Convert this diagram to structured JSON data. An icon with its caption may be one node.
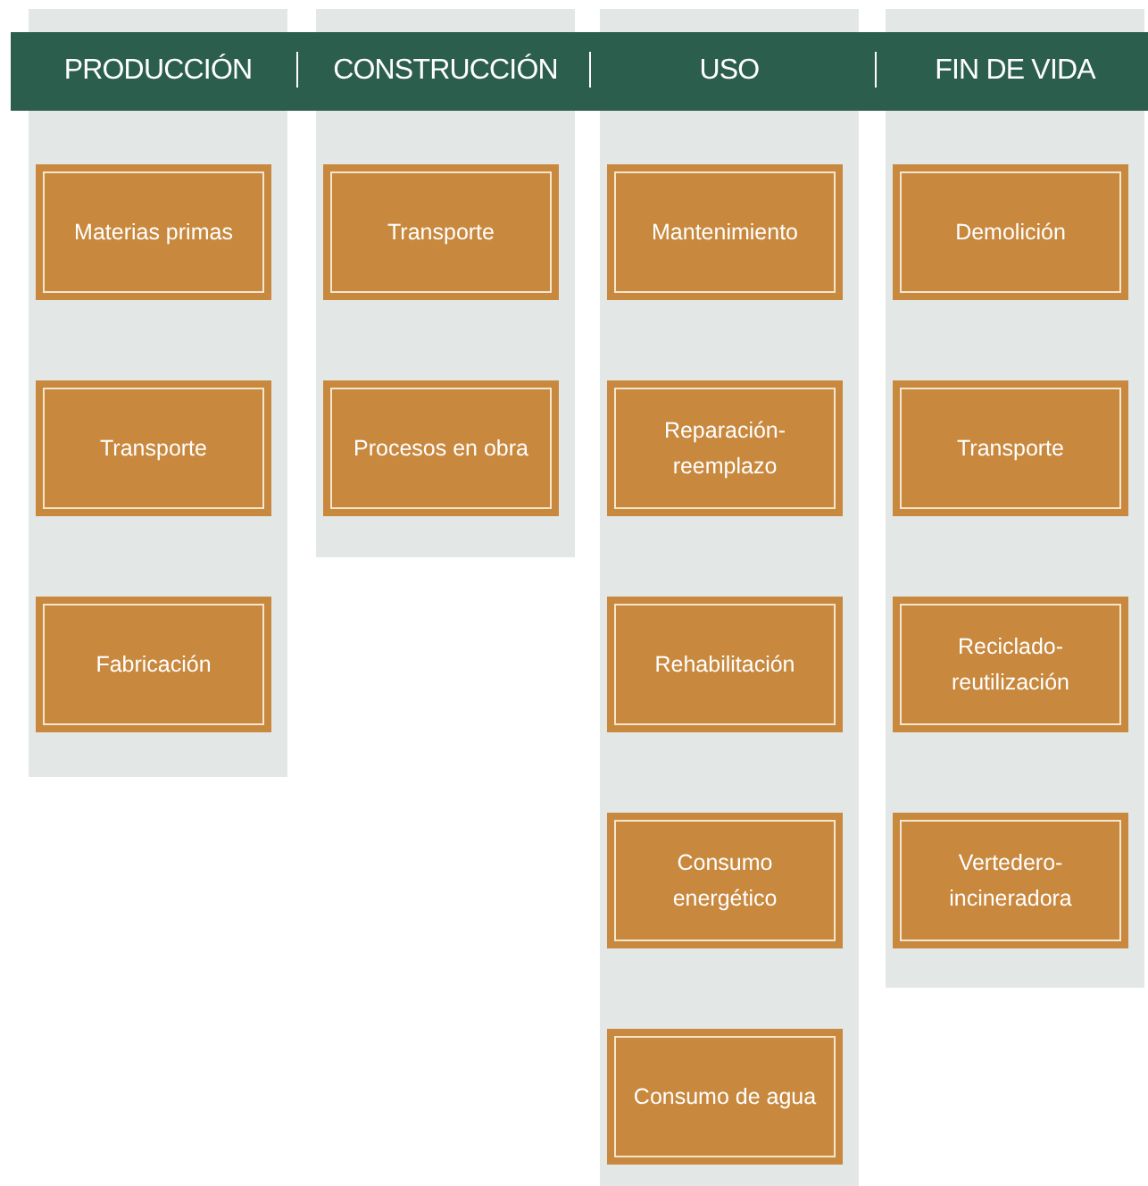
{
  "diagram": {
    "nodes": [
      {
        "text": [
          "PRODUCCIÓN"
        ]
      },
      {
        "text": [
          "Materias primas"
        ],
        "in": 0
      },
      {
        "text": [
          "Transporte"
        ],
        "in": 0
      },
      {
        "text": [
          "Fabricación"
        ],
        "in": 0
      },
      {
        "text": [
          "CONSTRUCCIÓN"
        ]
      },
      {
        "text": [
          "Transporte"
        ],
        "in": 4
      },
      {
        "text": [
          "Procesos en obra"
        ],
        "in": 4
      },
      {
        "text": [
          "USO"
        ]
      },
      {
        "text": [
          "Mantenimiento"
        ],
        "in": 7
      },
      {
        "text": [
          "Reparación-reemplazo"
        ],
        "in": 7
      },
      {
        "text": [
          "Rehabilitación"
        ],
        "in": 7
      },
      {
        "text": [
          "Consumo energético"
        ],
        "in": 7
      },
      {
        "text": [
          "Consumo de agua"
        ],
        "in": 7
      },
      {
        "text": [
          "FIN DE VIDA"
        ]
      },
      {
        "text": [
          "Demolición"
        ],
        "in": 13
      },
      {
        "text": [
          "Transporte"
        ],
        "in": 13
      },
      {
        "text": [
          "Reciclado-reutilización"
        ],
        "in": 13
      },
      {
        "text": [
          "Vertedero-incineradora"
        ],
        "in": 13
      }
    ],
    "edges": []
  }
}
